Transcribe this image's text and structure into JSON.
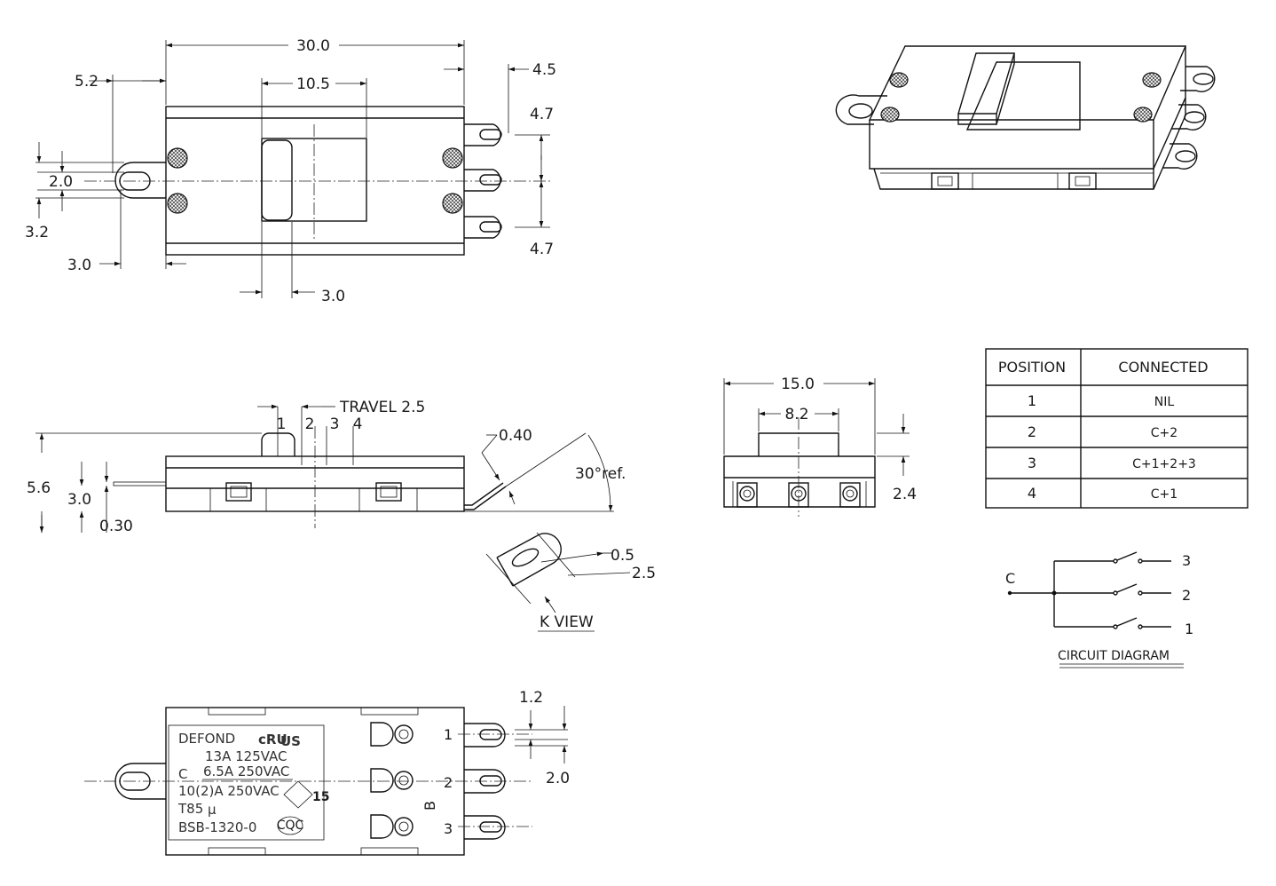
{
  "top_view": {
    "dims": {
      "overall_length": "30.0",
      "slot_width": "10.5",
      "tab_offset": "4.5",
      "pin_pitch_top": "4.7",
      "pin_pitch_bottom": "4.7",
      "mount_hole_offset": "5.2",
      "mount_hole_dia": "2.0",
      "mount_tab_height": "3.2",
      "mount_tab_length": "3.0",
      "actuator_width": "3.0"
    }
  },
  "side_view": {
    "travel_label": "TRAVEL 2.5",
    "positions": [
      "1",
      "2",
      "3",
      "4"
    ],
    "dims": {
      "height": "5.6",
      "body_height": "3.0",
      "tab_thickness": "0.30",
      "pin_thickness": "0.40",
      "angle": "30°ref."
    }
  },
  "k_view": {
    "title": "K VIEW",
    "dims": {
      "slot": "0.5",
      "width": "2.5"
    }
  },
  "end_view": {
    "dims": {
      "width": "15.0",
      "actuator": "8.2",
      "pin_height": "2.4"
    }
  },
  "position_table": {
    "headers": [
      "POSITION",
      "CONNECTED"
    ],
    "rows": [
      [
        "1",
        "NIL"
      ],
      [
        "2",
        "C+2"
      ],
      [
        "3",
        "C+1+2+3"
      ],
      [
        "4",
        "C+1"
      ]
    ]
  },
  "circuit": {
    "title": "CIRCUIT DIAGRAM",
    "common": "C",
    "outputs": [
      "3",
      "2",
      "1"
    ]
  },
  "bottom_view": {
    "label_lines": {
      "brand": "DEFOND",
      "rating1": "13A   125VAC",
      "rating2": "6.5A  250VAC",
      "rating3": "10(2)A  250VAC",
      "temp": "T85",
      "part": "BSB-1320-0"
    },
    "cert_marks": {
      "ul": "US",
      "enec": "15",
      "cqc": "CQC",
      "c_mark": "C"
    },
    "side_mark": "B",
    "pin_labels": [
      "1",
      "2",
      "3"
    ],
    "dims": {
      "pin_width": "1.2",
      "pin_pitch": "2.0"
    }
  }
}
